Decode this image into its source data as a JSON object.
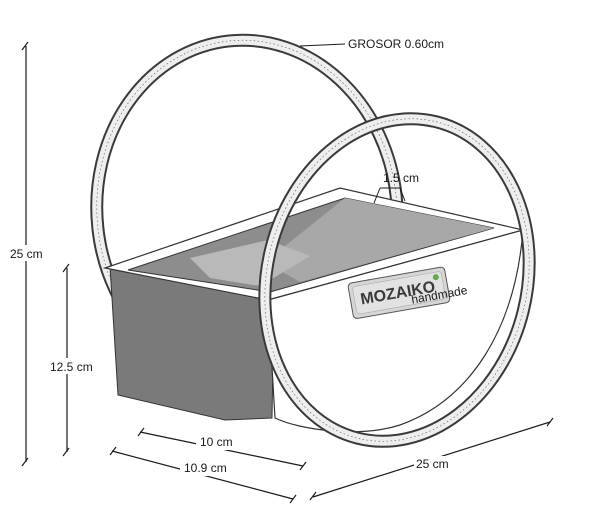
{
  "labels": {
    "thickness": "GROSOR 0.60cm",
    "slot_width": "1.5 cm",
    "total_height": "25 cm",
    "box_height": "12.5 cm",
    "inner_depth": "10 cm",
    "outer_depth": "10.9 cm",
    "diameter": "25 cm"
  },
  "logo": {
    "brand": "MOZAIKO",
    "tagline": "handmade"
  },
  "colors": {
    "ring_stroke": "#3a3a3a",
    "ring_fill": "#e9e9e9",
    "box_dark": "#7a7a7a",
    "box_inner": "#9a9a9a",
    "box_light": "#ffffff",
    "logo_plate": "#d6d6d6",
    "logo_leaf": "#6aa84f"
  }
}
